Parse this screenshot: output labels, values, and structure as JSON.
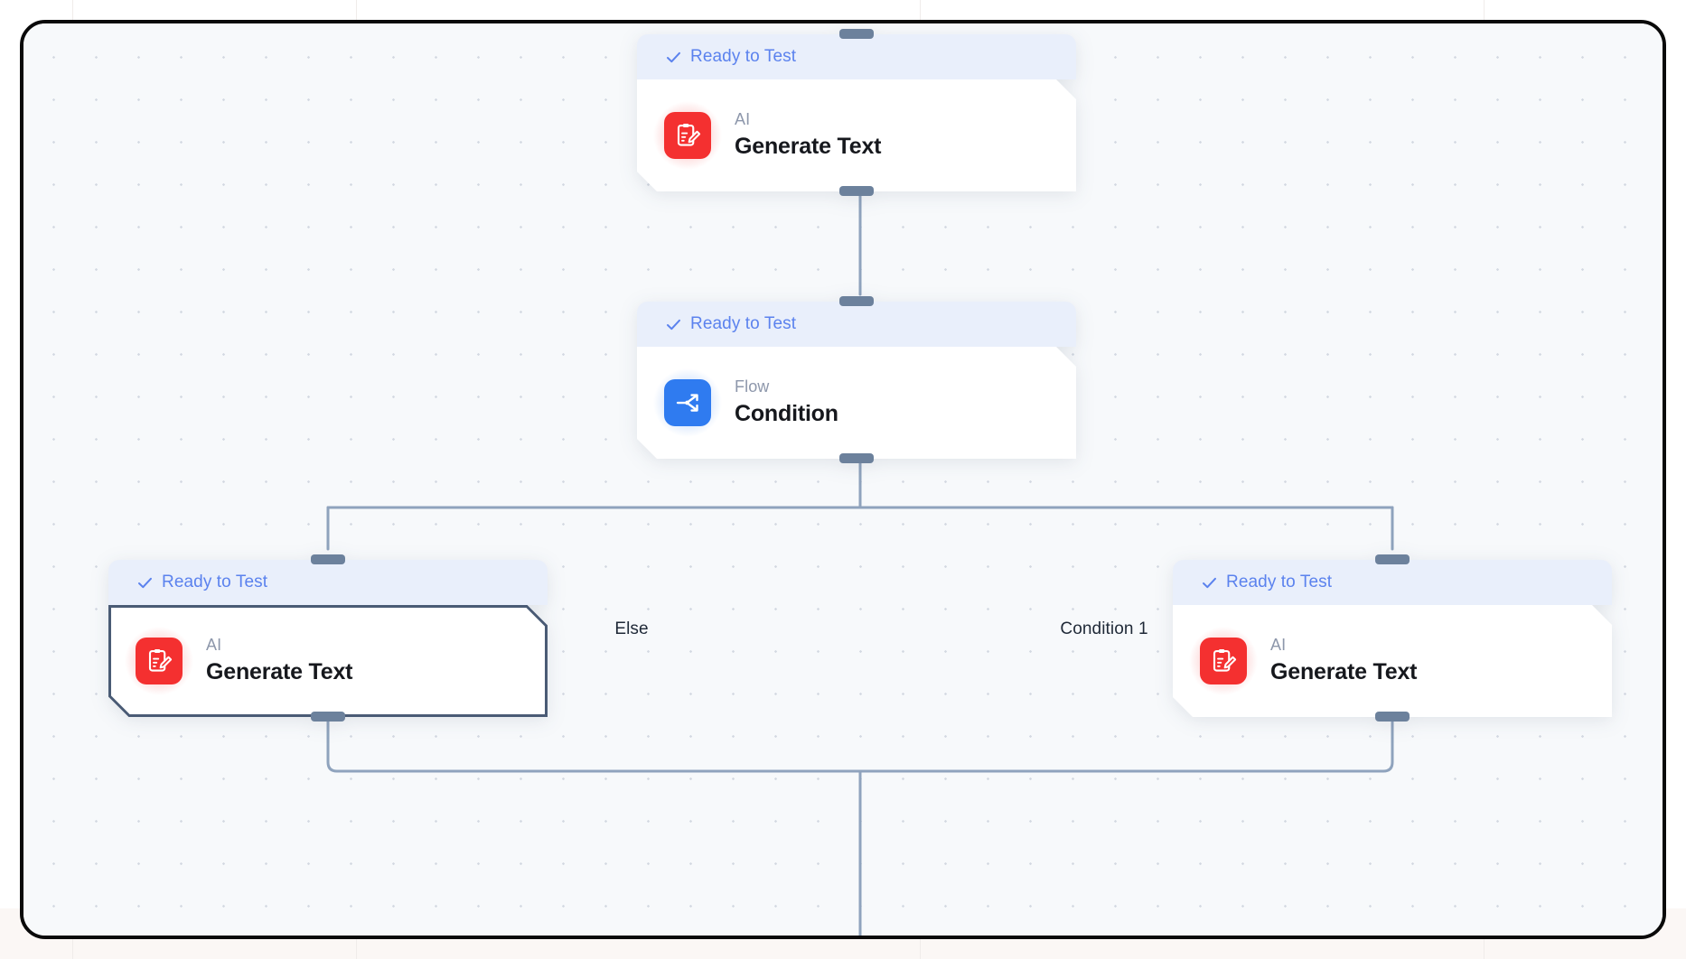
{
  "canvas": {
    "background_color": "#f7f9fb",
    "grid_dot_color": "#d4d9e2",
    "border_color": "#0a0a0a"
  },
  "theme": {
    "status_header_bg": "#e9effb",
    "status_text_color": "#5b82ee",
    "edge_color": "#8fa3bd",
    "handle_color": "#6c819c",
    "selected_outline_color": "#4a5b75",
    "ai_icon_color": "#f43030",
    "flow_icon_color": "#2f7bf0",
    "category_text_color": "#8d97ab",
    "title_text_color": "#16181d"
  },
  "nodes": [
    {
      "id": "generate-text-top",
      "status": "Ready to Test",
      "status_icon": "check-icon",
      "category": "AI",
      "title": "Generate Text",
      "icon": "clipboard-edit-icon",
      "icon_kind": "ai",
      "selected": false
    },
    {
      "id": "condition",
      "status": "Ready to Test",
      "status_icon": "check-icon",
      "category": "Flow",
      "title": "Condition",
      "icon": "branch-split-icon",
      "icon_kind": "flow",
      "selected": false
    },
    {
      "id": "generate-text-else",
      "status": "Ready to Test",
      "status_icon": "check-icon",
      "category": "AI",
      "title": "Generate Text",
      "icon": "clipboard-edit-icon",
      "icon_kind": "ai",
      "selected": true
    },
    {
      "id": "generate-text-condition-1",
      "status": "Ready to Test",
      "status_icon": "check-icon",
      "category": "AI",
      "title": "Generate Text",
      "icon": "clipboard-edit-icon",
      "icon_kind": "ai",
      "selected": false
    }
  ],
  "edge_labels": [
    {
      "id": "else-branch",
      "label": "Else"
    },
    {
      "id": "condition-1-branch",
      "label": "Condition 1"
    }
  ]
}
